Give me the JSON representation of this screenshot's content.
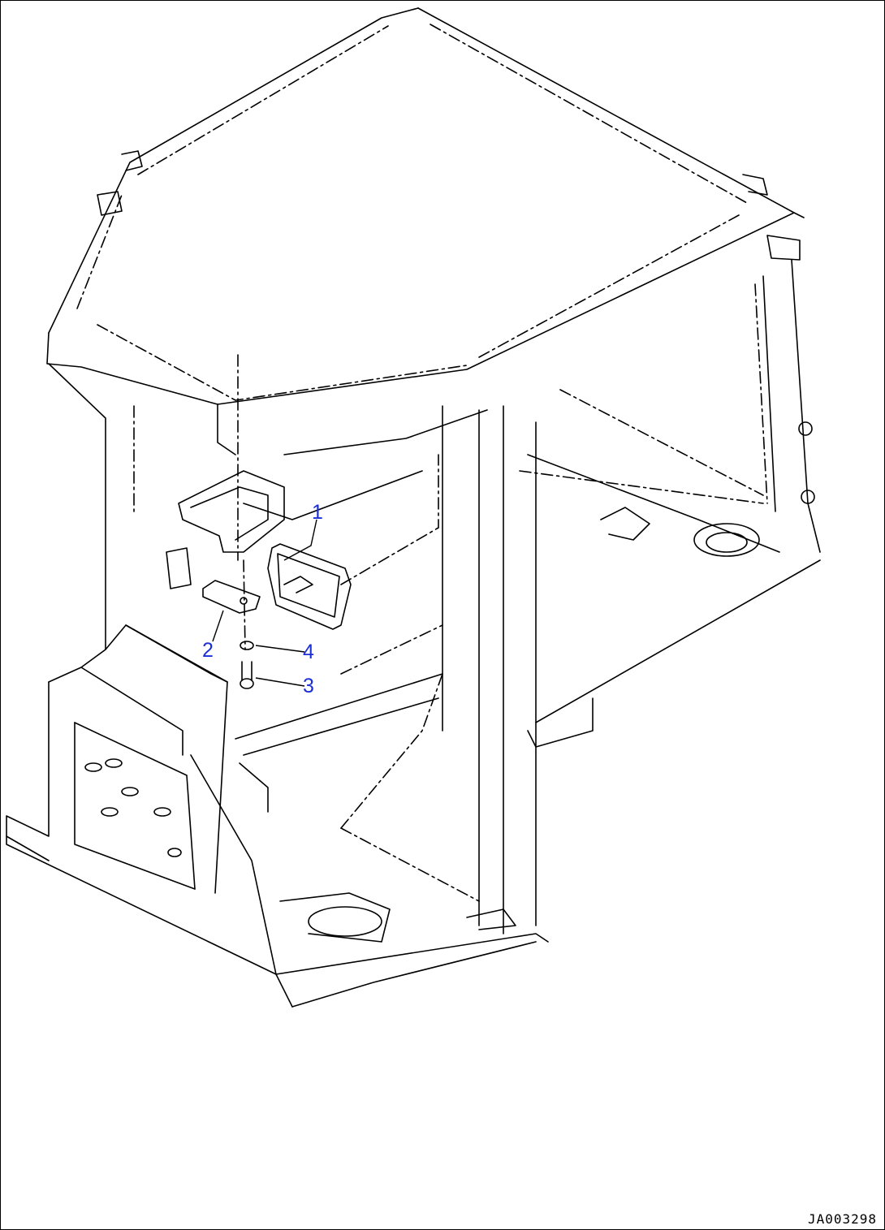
{
  "callouts": [
    {
      "id": "1",
      "label": "1"
    },
    {
      "id": "2",
      "label": "2"
    },
    {
      "id": "3",
      "label": "3"
    },
    {
      "id": "4",
      "label": "4"
    }
  ],
  "drawing_id": "JA003298",
  "colors": {
    "callout": "#1a2fd6",
    "line": "#000000"
  }
}
